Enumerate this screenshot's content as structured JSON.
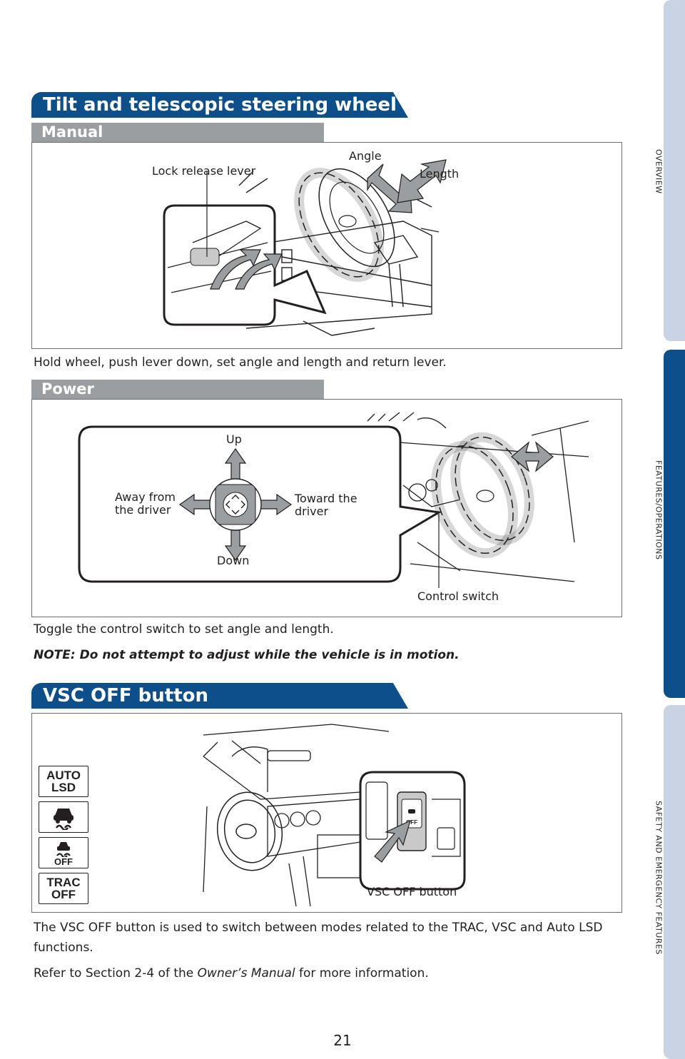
{
  "sidebar": {
    "tabs": [
      {
        "label": "OVERVIEW"
      },
      {
        "label": "FEATURES/OPERATIONS"
      },
      {
        "label": "SAFETY AND EMERGENCY FEATURES"
      }
    ]
  },
  "section1": {
    "title": "Tilt and telescopic steering wheel",
    "manual": {
      "heading": "Manual",
      "labels": {
        "lock": "Lock release lever",
        "angle": "Angle",
        "length": "Length"
      },
      "caption": "Hold wheel, push lever down, set angle and length and return lever."
    },
    "power": {
      "heading": "Power",
      "labels": {
        "up": "Up",
        "down": "Down",
        "away": "Away from\nthe driver",
        "toward": "Toward the\ndriver",
        "control": "Control switch"
      },
      "caption": "Toggle the control switch to set angle and length.",
      "note": "NOTE: Do not attempt to adjust while the vehicle is in motion."
    }
  },
  "section2": {
    "title": "VSC OFF button",
    "icons": [
      {
        "name": "auto-lsd-icon",
        "text": "AUTO\nLSD"
      },
      {
        "name": "skid-icon",
        "text": ""
      },
      {
        "name": "skid-off-icon",
        "text": "OFF"
      },
      {
        "name": "trac-off-icon",
        "text": "TRAC\nOFF"
      }
    ],
    "callout": "VSC OFF button",
    "inset_off": "OFF",
    "paragraph": "The VSC OFF button is used to switch between modes related to the TRAC, VSC and Auto LSD functions.",
    "refer_pre": "Refer to Section 2-4 of the ",
    "refer_italic": "Owner’s Manual",
    "refer_post": " for more information."
  },
  "page_number": "21",
  "colors": {
    "primary": "#0d4f8b",
    "subheader": "#9b9ea1",
    "tab_inactive": "#c9d3e3"
  }
}
